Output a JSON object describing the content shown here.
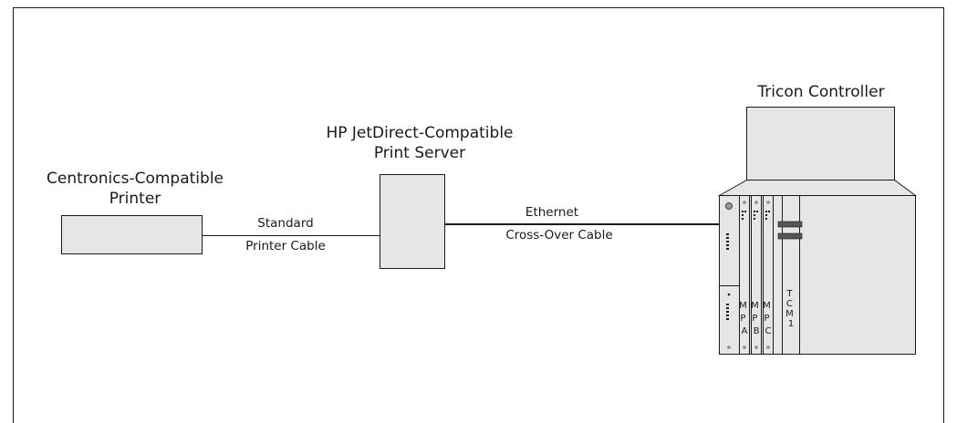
{
  "diagram": {
    "printer": {
      "label_line1": "Centronics-Compatible",
      "label_line2": "Printer"
    },
    "print_server": {
      "label_line1": "HP JetDirect-Compatible",
      "label_line2": "Print Server"
    },
    "controller": {
      "label": "Tricon Controller",
      "modules": [
        {
          "letters": [
            "M",
            "P",
            "A"
          ]
        },
        {
          "letters": [
            "M",
            "P",
            "B"
          ]
        },
        {
          "letters": [
            "M",
            "P",
            "C"
          ]
        },
        {
          "letters": [
            "T",
            "C",
            "M",
            "1"
          ]
        }
      ]
    },
    "printer_cable": {
      "label_line1": "Standard",
      "label_line2": "Printer Cable"
    },
    "ethernet_cable": {
      "label_line1": "Ethernet",
      "label_line2": "Cross-Over Cable"
    },
    "colors": {
      "box_fill": "#e6e6e6",
      "stroke": "#1a1a1a",
      "connector": "#555555"
    }
  }
}
